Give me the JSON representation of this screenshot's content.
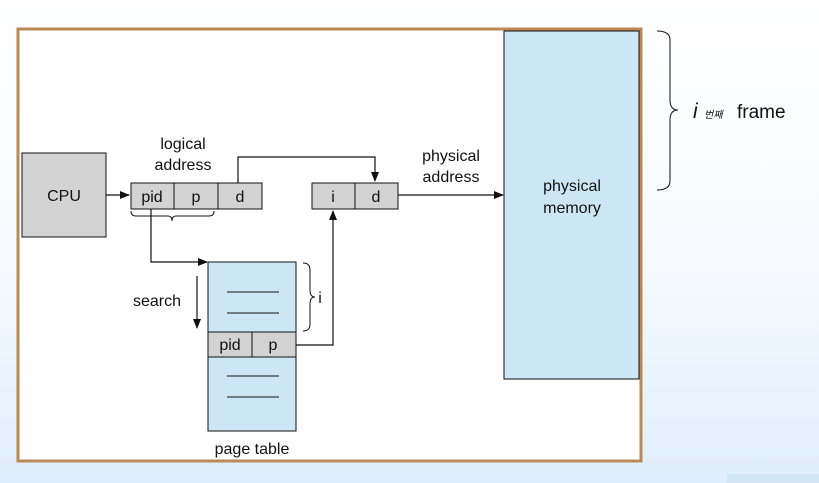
{
  "cpu": {
    "label": "CPU"
  },
  "logical_address": {
    "label_line1": "logical",
    "label_line2": "address",
    "fields": [
      "pid",
      "p",
      "d"
    ]
  },
  "physical_address": {
    "label_line1": "physical",
    "label_line2": "address",
    "fields": [
      "i",
      "d"
    ]
  },
  "physical_memory": {
    "label_line1": "physical",
    "label_line2": "memory"
  },
  "page_table": {
    "label": "page table",
    "search_label": "search",
    "entry_fields": [
      "pid",
      "p"
    ],
    "index_label": "i"
  },
  "frame_annotation": {
    "italic_i": "i",
    "korean_suffix": "번째",
    "word": "frame"
  },
  "colors": {
    "box_fill": "#d3d3d3",
    "memory_fill": "#cde6f5",
    "frame_border": "#b98a55",
    "line": "#111111"
  }
}
